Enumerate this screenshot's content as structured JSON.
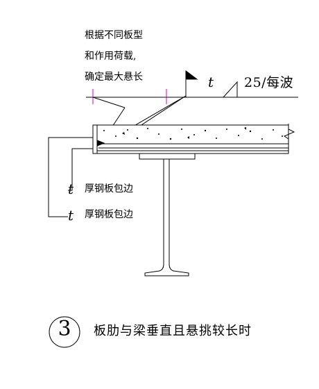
{
  "annotation": {
    "lines": [
      "根据不同板型",
      "和作用荷载,",
      "确定最大悬长"
    ]
  },
  "weld_symbol": {
    "thickness": "t",
    "size": "25/每波"
  },
  "edge_labels": [
    {
      "thickness": "t",
      "text": "厚钢板包边"
    },
    {
      "thickness": "t",
      "text": "厚钢板包边"
    }
  ],
  "detail": {
    "number": "3",
    "title": "板肋与梁垂直且悬挑较长时"
  }
}
